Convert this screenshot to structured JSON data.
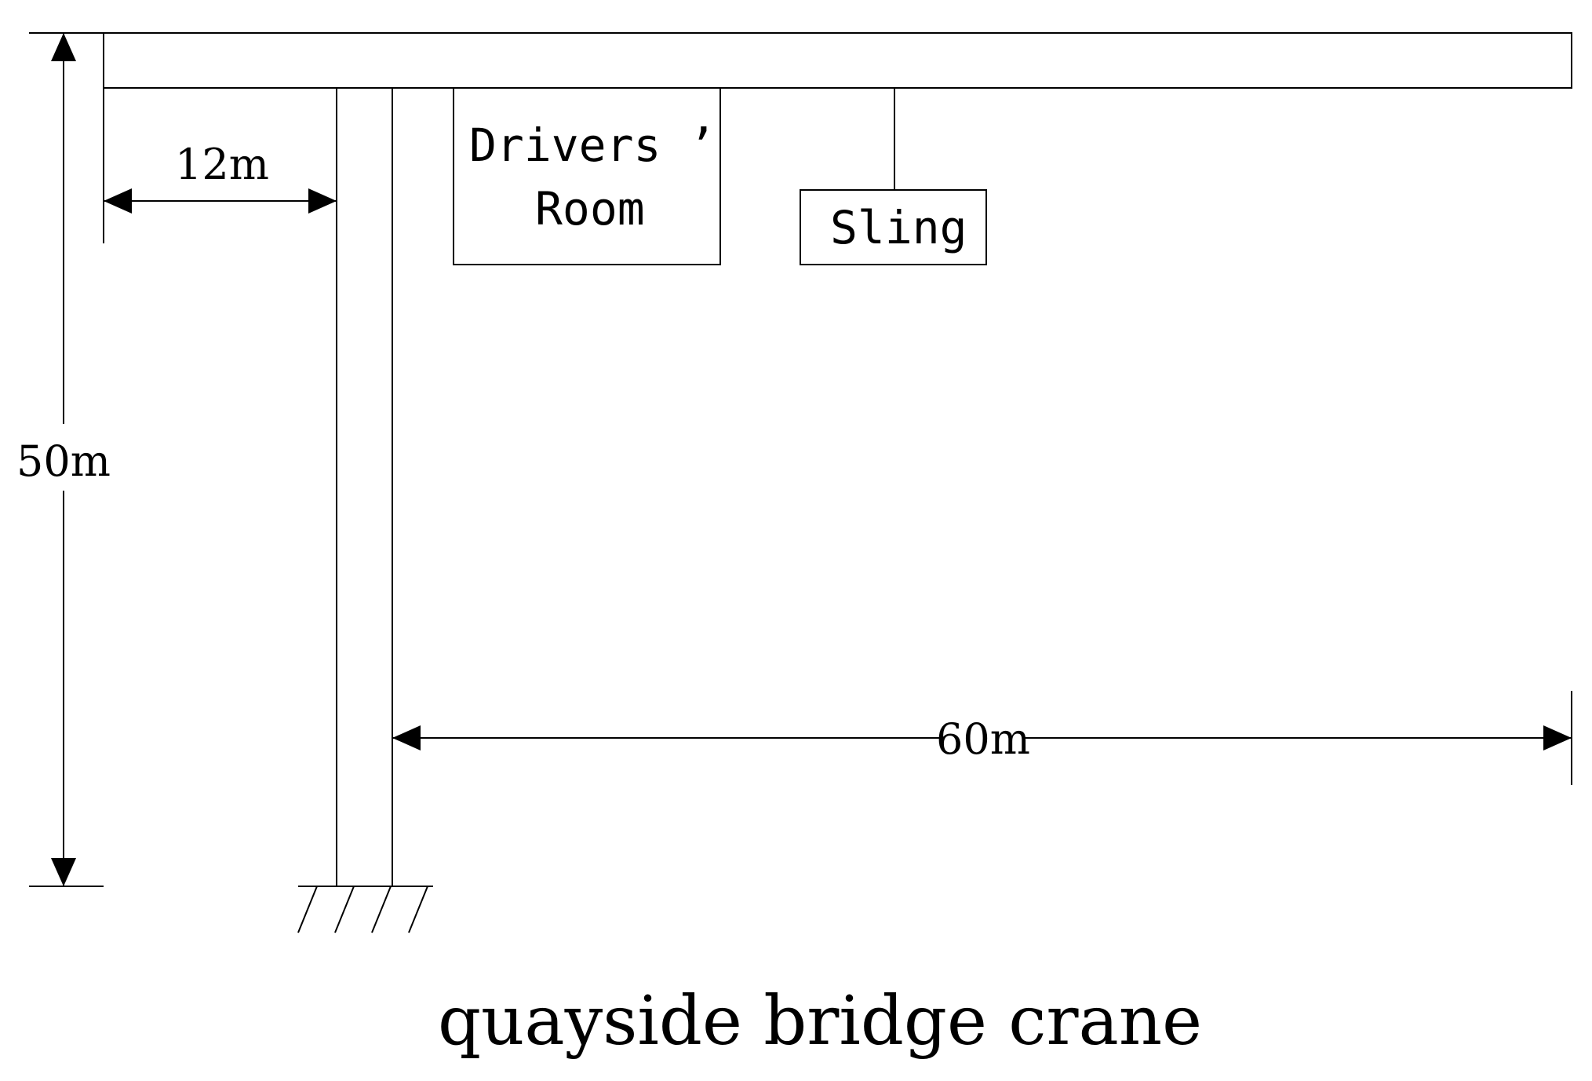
{
  "diagram": {
    "caption": "quayside bridge crane",
    "dimensions": {
      "total_height": "50m",
      "back_reach": "12m",
      "outreach": "60m"
    },
    "components": {
      "drivers_room_line1": "Drivers ’",
      "drivers_room_line2": "Room",
      "sling": "Sling"
    },
    "colors": {
      "stroke": "#000000",
      "background": "#ffffff"
    }
  }
}
